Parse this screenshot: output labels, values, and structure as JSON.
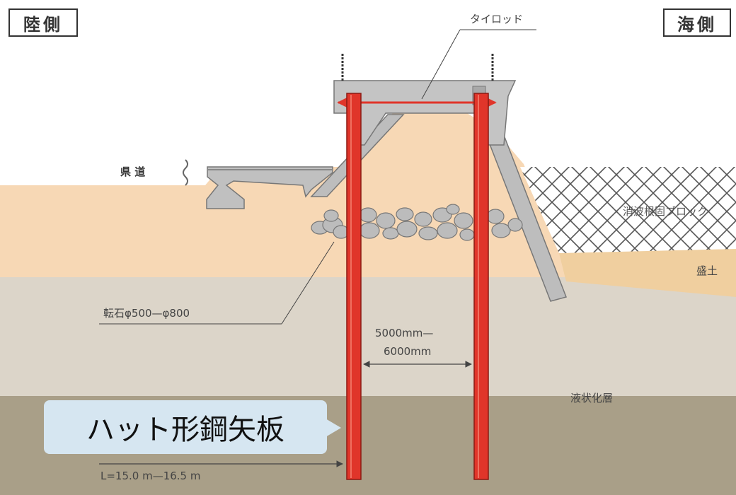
{
  "labels": {
    "land_side": "陸側",
    "sea_side": "海側",
    "tie_rod": "タイロッド",
    "road": "県 道",
    "armor_block": "消波根固ブロック",
    "fill": "盛土",
    "rubble": "転石φ500—φ800",
    "spacing_line1": "5000mm—",
    "spacing_line2": "6000mm",
    "liquefaction_layer": "液状化層",
    "pile_name": "ハット形鋼矢板",
    "pile_length": "L=15.0 m—16.5 m"
  },
  "colors": {
    "upper_soil": "#f7d8b5",
    "middle_soil": "#dcd5c9",
    "lower_soil": "#a99f88",
    "concrete": "#b9b9b9",
    "steel_pile": "#e0352a",
    "tie_rod": "#e0352a",
    "callout_bg": "#d6e6f1"
  }
}
